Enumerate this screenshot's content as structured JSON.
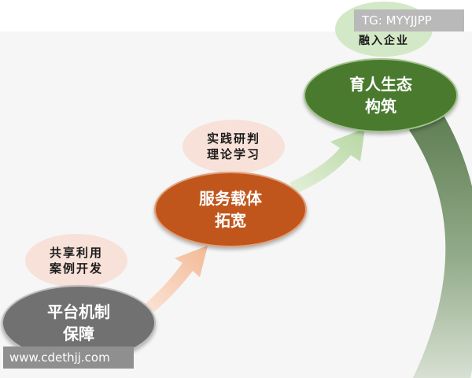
{
  "nodes": {
    "platform": {
      "line1": "平台机制",
      "line2": "保障"
    },
    "service": {
      "line1": "服务载体",
      "line2": "拓宽"
    },
    "ecosystem": {
      "line1": "育人生态",
      "line2": "构筑"
    }
  },
  "notes": {
    "share": {
      "line1": "共享利用",
      "line2": "案例开发"
    },
    "practice": {
      "line1": "实践研判",
      "line2": "理论学习"
    },
    "integrate": {
      "line1": "融入企业"
    }
  },
  "watermarks": {
    "top": "TG: MYYJJPP",
    "bottom": "www.cdethjj.com"
  },
  "colors": {
    "grey_node": "#717171",
    "brown_node": "#c0561c",
    "green_node": "#497a2e",
    "light_bubble": "#f7e1d8",
    "arrow_peach": "#f6c6a8",
    "arrow_green": "#cfe5c0",
    "big_arc": "#8da585"
  }
}
